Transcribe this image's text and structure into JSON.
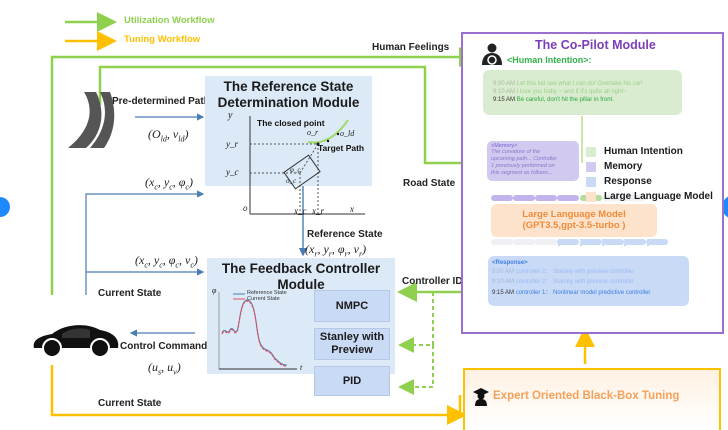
{
  "legend": {
    "utilization": {
      "label": "Utilization Workflow",
      "color": "#8fd14f"
    },
    "tuning": {
      "label": "Tuning Workflow",
      "color": "#ffc000"
    }
  },
  "colors": {
    "flow_blue": "#4a7db5",
    "copilot_border": "#9b6fd0",
    "module_bg": "#dce9f6",
    "controller_bg": "#c9daf4",
    "human_intention": "#d9ecd0",
    "memory": "#d2c9f0",
    "response": "#c9daf7",
    "llm": "#fde2cc"
  },
  "edges": {
    "human_feelings": "Human Feelings",
    "pre_determined_path": "Pre-determined Path",
    "path_state": "(O_ld, v_ld)",
    "pose_state": "(x_c, y_c, φ_c)",
    "current_state_full": "(x_c, y_c, φ_c, v_c)",
    "current_state": "Current State",
    "control_command": "Control Command",
    "control_vars": "(u_s, u_v)",
    "current_state_bottom": "Current State",
    "road_state": "Road State",
    "reference_state": "Reference State",
    "reference_vars": "(x_r, y_r, φ_r, v_r)",
    "controller_id": "Controller ID"
  },
  "reference_module": {
    "title_line1": "The Reference State",
    "title_line2": "Determination Module",
    "closed_point": "The closed point",
    "target_path": "Target Path",
    "axis_y": "y",
    "axis_x": "x",
    "origin": "o",
    "tick_yr": "y_r",
    "tick_yc": "y_c",
    "tick_xc": "x_c",
    "tick_xr": "x_r",
    "point_or": "o_r",
    "point_old": "o_ld",
    "vehicle_oc": "o_c",
    "vehicle_phi": "φ_c"
  },
  "feedback_module": {
    "title_line1": "The Feedback Controller",
    "title_line2": "Module",
    "plot_y": "φ",
    "plot_x": "t",
    "legend_ref": "Reference State",
    "legend_cur": "Current State",
    "controllers": [
      {
        "line1": "NMPC",
        "line2": ""
      },
      {
        "line1": "Stanley with",
        "line2": "Preview"
      },
      {
        "line1": "PID",
        "line2": ""
      }
    ]
  },
  "copilot": {
    "title": "The Co-Pilot Module",
    "intention_header": "<Human Intention>:",
    "intentions": [
      {
        "time": "9:00 AM",
        "text": "Let this kid see what I can do! Overtake his car!",
        "faded": true
      },
      {
        "time": "9:10 AM",
        "text": "I love you baby ~ and if it's quite all right~",
        "faded": true
      },
      {
        "time": "9:15 AM",
        "text": "Be careful, don't hit the pillar in front.",
        "faded": false
      }
    ],
    "memory_header": "<Memory>",
    "memory_lines": [
      "The curvature of the",
      "upcoming path... Controller",
      "1 previously performed on",
      "this segment as follows..."
    ],
    "key": [
      {
        "label": "Human Intention",
        "color": "#d9ecd0"
      },
      {
        "label": "Memory",
        "color": "#d2c9f0"
      },
      {
        "label": "Response",
        "color": "#c9daf7"
      },
      {
        "label": "Large Language Model",
        "color": "#fde2cc"
      }
    ],
    "llm_line1": "Large Language Model",
    "llm_line2": "(GPT3.5,gpt-3.5-turbo )",
    "response_header": "<Response>",
    "responses": [
      {
        "time": "9:00 AM",
        "text": "controller 2： Stanley with preview controller",
        "faded": true
      },
      {
        "time": "9:10 AM",
        "text": "controller 2： Stanley with preview controller",
        "faded": true
      },
      {
        "time": "9:15 AM",
        "text": "controller 1： Nonlinear model predictive controller",
        "faded": false
      }
    ]
  },
  "tuning_box": {
    "label": "Expert Oriented Black-Box Tuning"
  },
  "icons": {
    "road": "road-icon",
    "car": "car-icon",
    "driver": "driver-icon",
    "expert": "graduate-icon"
  }
}
